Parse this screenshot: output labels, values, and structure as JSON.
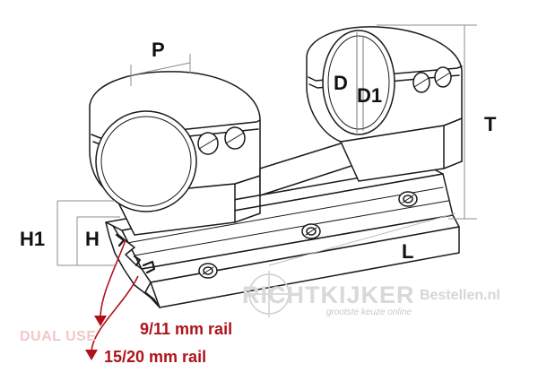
{
  "labels": {
    "P": "P",
    "D": "D",
    "D1": "D1",
    "T": "T",
    "H1": "H1",
    "H": "H",
    "L": "L"
  },
  "rails": {
    "rail_9_11": "9/11 mm rail",
    "rail_15_20": "15/20 mm rail",
    "dual_use": "DUAL USE"
  },
  "watermark": {
    "brand": "RICHTKIJKER",
    "shop": "Bestellen.nl",
    "tagline": "grootste keuze online"
  },
  "colors": {
    "line": "#1a1a1a",
    "arrow": "#b0121b",
    "dimension": "#8c8c8c",
    "watermark": "#d9d9d9"
  }
}
